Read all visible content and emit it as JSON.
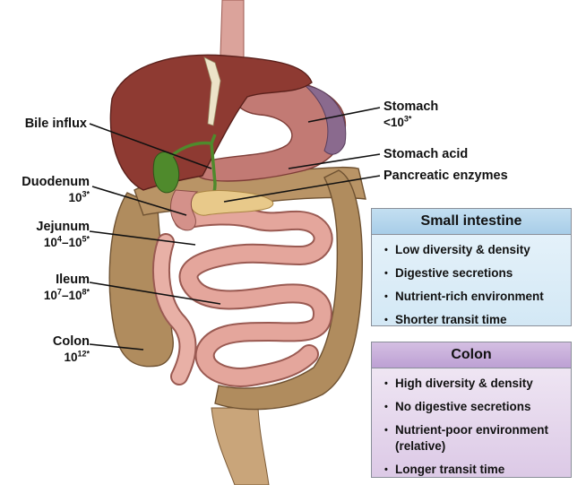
{
  "labels": {
    "bile_influx": "Bile influx",
    "duodenum": {
      "name": "Duodenum",
      "count_base": "10",
      "count_exp": "3*"
    },
    "jejunum": {
      "name": "Jejunum",
      "count_a_base": "10",
      "count_a_exp": "4",
      "dash": "–",
      "count_b_base": "10",
      "count_b_exp": "5*"
    },
    "ileum": {
      "name": "Ileum",
      "count_a_base": "10",
      "count_a_exp": "7",
      "dash": "–",
      "count_b_base": "10",
      "count_b_exp": "8*"
    },
    "colon": {
      "name": "Colon",
      "count_base": "10",
      "count_exp": "12*"
    },
    "stomach": {
      "name": "Stomach",
      "count_prefix": "<10",
      "count_exp": "3*"
    },
    "stomach_acid": "Stomach acid",
    "pancreatic_enzymes": "Pancreatic enzymes"
  },
  "small_intestine_panel": {
    "title": "Small intestine",
    "items": [
      "Low diversity & density",
      "Digestive secretions",
      "Nutrient-rich environment",
      "Shorter transit time"
    ]
  },
  "colon_panel": {
    "title": "Colon",
    "items": [
      "High diversity & density",
      "No digestive secretions",
      "Nutrient-poor environment (relative)",
      "Longer transit time"
    ]
  },
  "colors": {
    "liver": "#8e3a32",
    "stomach": "#c27a74",
    "colon": "#b08c5e",
    "small_intestine": "#e4a69c",
    "gallbladder": "#4f8a2c",
    "pancreas": "#e8c98a",
    "small_panel_header": "#a8cde8",
    "colon_panel_header": "#bda0d4"
  }
}
